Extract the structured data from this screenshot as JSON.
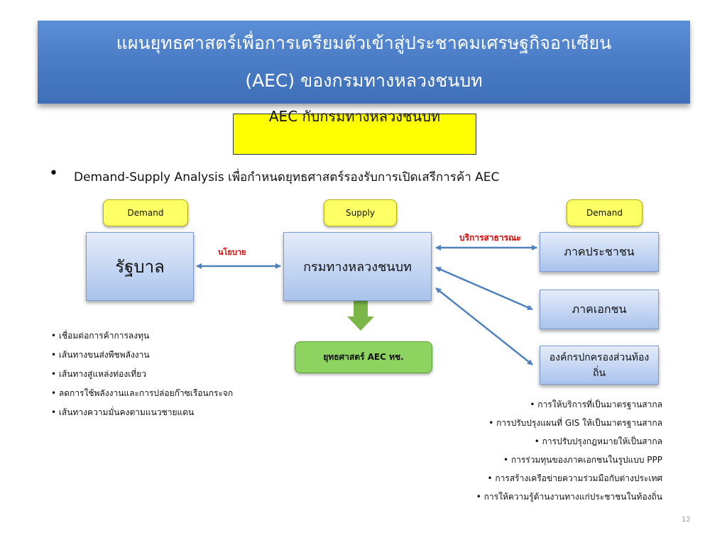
{
  "title": {
    "line1": "แผนยุทธศาสตร์เพื่อการเตรียมตัวเข้าสู่ประชาคมเศรษฐกิจอาเซียน",
    "line2": "(AEC) ของกรมทางหลวงชนบท"
  },
  "subtitle": "AEC กับกรมทางหลวงชนบท",
  "bullet": "Demand-Supply Analysis เพื่อกำหนดยุทธศาสตร์รองรับการเปิดเสรีการค้า AEC",
  "tags": {
    "left": "Demand",
    "middle": "Supply",
    "right": "Demand"
  },
  "nodes": {
    "government": "รัฐบาล",
    "department": "กรมทางหลวงชนบท",
    "public_sector": "ภาคประชาชน",
    "private_sector": "ภาคเอกชน",
    "local_admin": "องค์กรปกครองส่วนท้องถิ่น",
    "strategy": "ยุทธศาสตร์ AEC ทช."
  },
  "edge_labels": {
    "policy": "นโยบาย",
    "public_service": "บริการสาธารณะ"
  },
  "left_list": [
    "เชื่อมต่อการค้าการลงทุน",
    "เส้นทางขนส่งพืชพลังงาน",
    "เส้นทางสู่แหล่งท่องเที่ยว",
    "ลดการใช้พลังงานและการปล่อยก๊าซเรือนกระจก",
    "เส้นทางความมั่นคงตามแนวชายแดน"
  ],
  "right_list": [
    "การให้บริการที่เป็นมาตรฐานสากล",
    "การปรับปรุงแผนที่ GIS ให้เป็นมาตรฐานสากล",
    "การปรับปรุงกฎหมายให้เป็นสากล",
    "การร่วมทุนของภาคเอกชนในรูปแบบ PPP",
    "การสร้างเครือข่ายความร่วมมือกับต่างประเทศ",
    "การให้ความรู้ด้านงานทางแก่ประชาชนในท้องถิ่น"
  ],
  "page_number": "12",
  "colors": {
    "title_bg": "#4a7cc6",
    "subtitle_bg": "#ffff00",
    "tag_bg": "#ffff66",
    "node_bg": "#c7d8f3",
    "strategy_bg": "#8dd35f",
    "arrow": "#4f81bd",
    "down_arrow": "#7ab648",
    "edge_label": "#e00000"
  }
}
